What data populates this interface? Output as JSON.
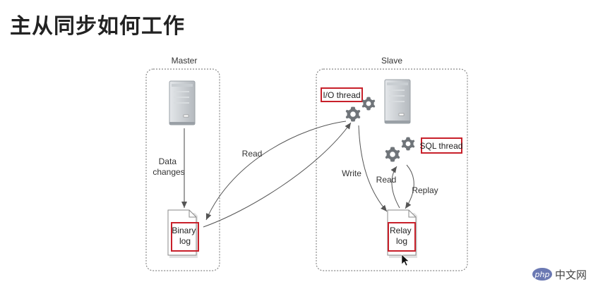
{
  "slide": {
    "title": "主从同步如何工作"
  },
  "master": {
    "label": "Master",
    "data_changes": [
      "Data",
      "changes"
    ],
    "binary_log": [
      "Binary",
      "log"
    ]
  },
  "slave": {
    "label": "Slave",
    "io_thread": "I/O thread",
    "sql_thread": "SQL thread",
    "relay_log": [
      "Relay",
      "log"
    ]
  },
  "flows": {
    "read_master": "Read",
    "write": "Write",
    "read_slave": "Read",
    "replay": "Replay"
  },
  "watermark": {
    "badge": "php",
    "text": "中文网"
  },
  "colors": {
    "highlight": "#c8202a",
    "box_border": "#888888",
    "arrow": "#555555",
    "server": "#b9bec3"
  },
  "icons": [
    "server-icon",
    "gear-icon",
    "document-icon",
    "mouse-cursor-icon"
  ]
}
